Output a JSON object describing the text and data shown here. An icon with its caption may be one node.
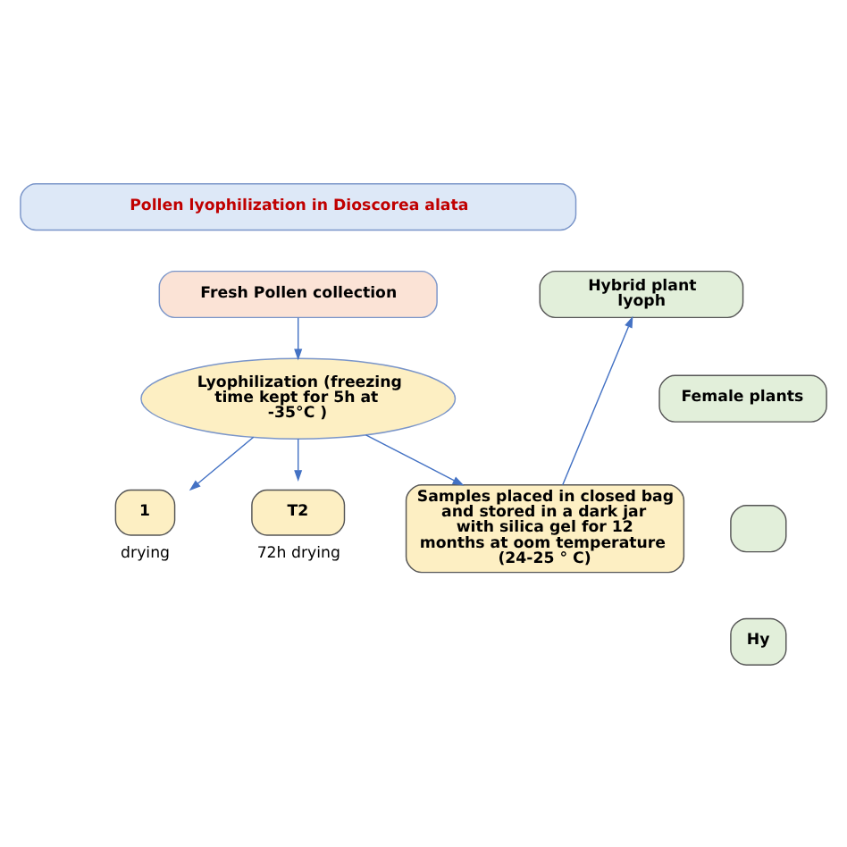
{
  "diagram": {
    "nodes": [
      {
        "text": [
          "Pollen lyophilization in Dioscorea alata"
        ]
      },
      {
        "text": [
          "Fresh Pollen collection"
        ]
      },
      {
        "text": [
          "Lyophilization (freezing time kept for 5h at -35°C )"
        ]
      },
      {
        "text": [
          "1"
        ],
        "beside": [
          "drying"
        ]
      },
      {
        "text": [
          "T2"
        ],
        "beside": [
          "72h drying"
        ]
      },
      {
        "text": [
          "Samples placed in closed bag and stored in a dark jar with silica gel for 12 months at oom temperature (24-25 ° C)"
        ]
      },
      {
        "text": [
          "Hybrid plant lyoph"
        ]
      },
      {
        "text": [
          "Female plants"
        ]
      },
      {
        "text": [],
        "shape": "box"
      },
      {
        "text": [
          "Hy"
        ]
      }
    ],
    "edges": [
      {
        "from": 1,
        "to": 2,
        "arrow": "to"
      },
      {
        "from": 2,
        "to": 3,
        "arrow": "to"
      },
      {
        "from": 2,
        "to": 4,
        "arrow": "to"
      },
      {
        "from": 2,
        "to": 5,
        "arrow": "to"
      },
      {
        "from": 5,
        "to": 6,
        "arrow": "to"
      }
    ]
  }
}
